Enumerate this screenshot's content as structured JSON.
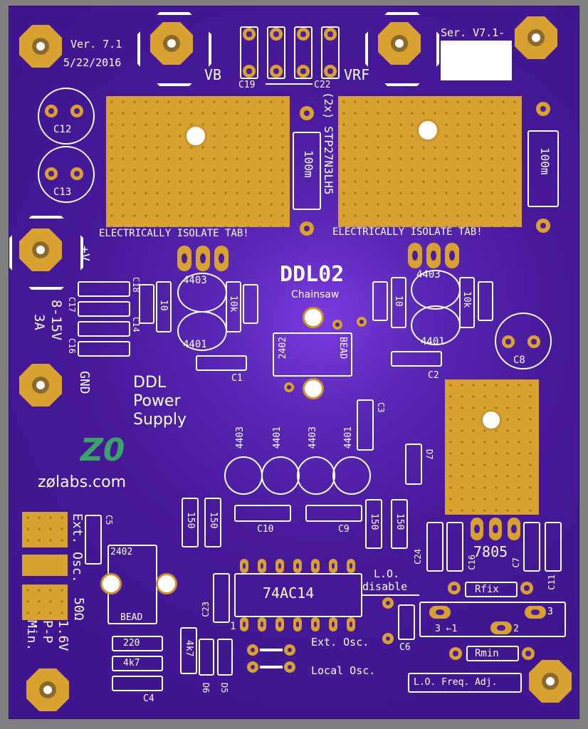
{
  "board": {
    "version": "Ver. 7.1",
    "date": "5/22/2016",
    "serial": "Ser. V7.1-",
    "title": "DDL02",
    "subtitle": "Chainsaw",
    "supply_title": [
      "DDL",
      "Power",
      "Supply"
    ],
    "website": "zølabs.com",
    "logo_text": "Z0"
  },
  "labels": {
    "vb": "VB",
    "vrf": "VRF",
    "transistor_part": "(2x) STP27N3LH5",
    "isolate_left": "ELECTRICALLY ISOLATE TAB!",
    "isolate_right": "ELECTRICALLY ISOLATE TAB!",
    "input_voltage": "8-15V",
    "input_current": "3A",
    "plus_v": "+V",
    "gnd": "GND",
    "ext_osc_vertical": "Ext. Osc.",
    "osc_spec": [
      "50Ω",
      "1.6V",
      "P-P",
      "Min."
    ],
    "lo_disable": [
      "L.O.",
      "disable"
    ],
    "ext_osc": "Ext. Osc.",
    "local_osc": "Local Osc.",
    "lo_freq_adj": "L.O. Freq. Adj.",
    "regulator": "7805",
    "ic": "74AC14",
    "bead": "BEAD",
    "transformer": "2402"
  },
  "components": {
    "c19": "C19",
    "c22": "C22",
    "c12": "C12",
    "c13": "C13",
    "c18": "C18",
    "c17": "C17",
    "c14": "C14",
    "c16a": "C16",
    "c1": "C1",
    "c2": "C2",
    "c3": "C3",
    "c8": "C8",
    "c10": "C10",
    "c9": "C9",
    "c5": "C5",
    "c23": "C23",
    "c24": "C24",
    "c16b": "C16",
    "c7": "C7",
    "c11": "C11",
    "c6": "C6",
    "c4": "C4",
    "d5": "D5",
    "d6": "D6",
    "d7": "D7",
    "q1": "4403",
    "q2": "4401",
    "q3": "4403",
    "q4": "4401",
    "q5": "4403",
    "q6": "4401",
    "q7": "4403",
    "q8": "4401",
    "r_100m_a": "100m",
    "r_100m_b": "100m",
    "r10a": "10",
    "r10k_a": "10k",
    "r10b": "10",
    "r10k_b": "10k",
    "r150a": "150",
    "r150b": "150",
    "r150c": "150",
    "r150d": "150",
    "r220": "220",
    "r4k7a": "4k7",
    "r4k7b": "4k7",
    "rfix": "Rfix",
    "rmin": "Rmin",
    "pot_pin3": "3",
    "pot_pin1": "1",
    "pot_arrow": "3 ←1",
    "pot_pin2": "2",
    "pin1": "1"
  },
  "colors": {
    "soldermask": "#4a1d9c",
    "copper": "#d9a230",
    "silkscreen": "#ffffff",
    "background": "#7f7f7f",
    "logo": "#3aa36a"
  }
}
